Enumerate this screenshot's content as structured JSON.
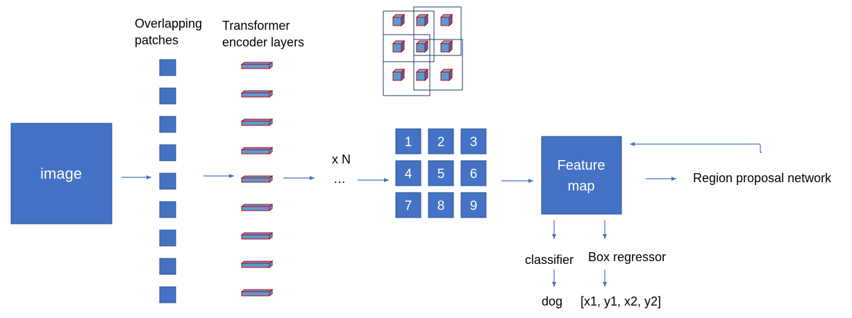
{
  "labels": {
    "patches": [
      "Overlapping",
      "patches"
    ],
    "transformer": [
      "Transformer",
      "encoder layers"
    ],
    "repeat": "x N",
    "ellipsis": "…",
    "image": "image",
    "feature_map": [
      "Feature",
      "map"
    ],
    "rpn": "Region proposal network",
    "classifier": "classifier",
    "box_regressor": "Box regressor",
    "class_output": "dog",
    "box_output": "[x1, y1, x2, y2]"
  },
  "grid_cells": [
    "1",
    "2",
    "3",
    "4",
    "5",
    "6",
    "7",
    "8",
    "9"
  ],
  "patch_count": 9,
  "layer_count": 9,
  "colors": {
    "box_fill": "#4472C4",
    "box_stroke": "#2F528F",
    "arrow": "#4472C4",
    "cube_front": "#5B9BD5",
    "cube_edge": "#C00000",
    "window_stroke": "#1F3864"
  }
}
